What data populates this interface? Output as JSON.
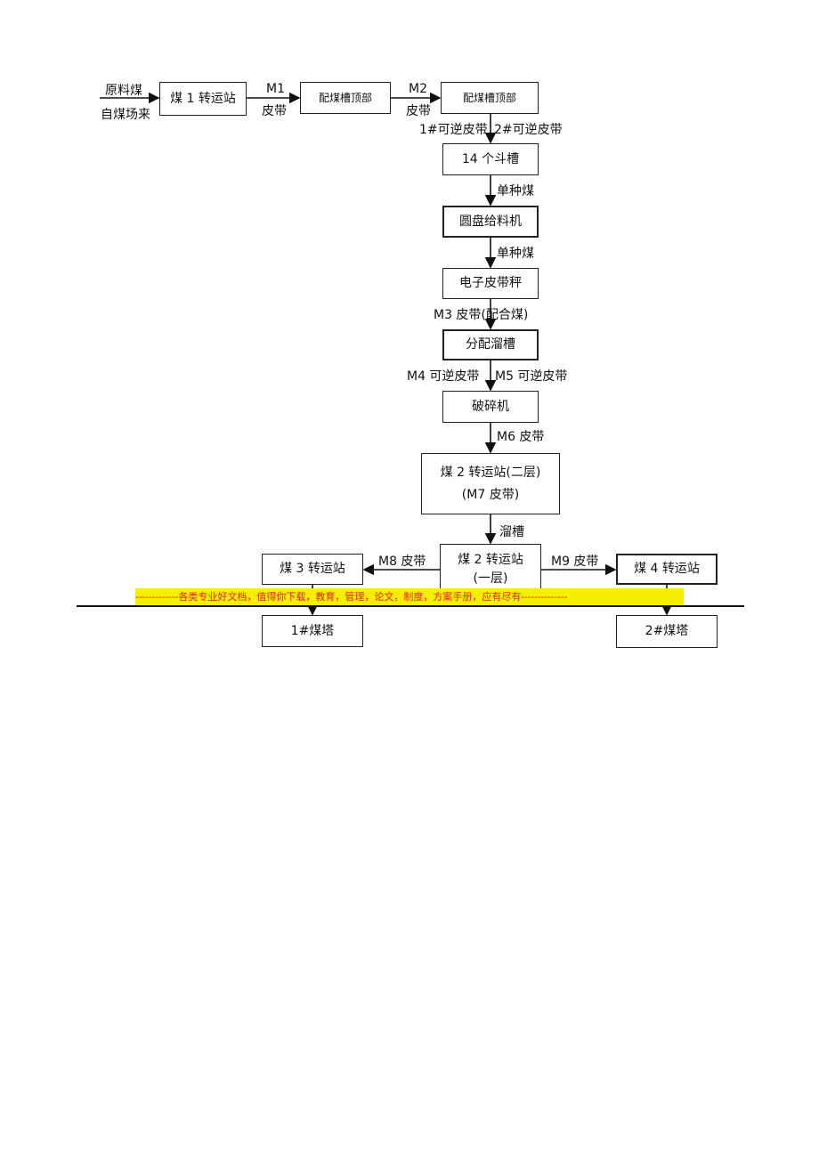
{
  "diagram": {
    "source": {
      "line1": "原料煤",
      "line2": "自煤场来"
    },
    "nodes": {
      "transfer1": "煤 1 转运站",
      "bin_top_1": "配煤槽顶部",
      "bin_top_2": "配煤槽顶部",
      "hoppers": "14 个斗槽",
      "disc_feeder": "圆盘给料机",
      "belt_scale": "电子皮带秤",
      "distribution_chute": "分配溜槽",
      "crusher": "破碎机",
      "transfer2_upper": {
        "line1": "煤 2 转运站(二层)",
        "line2": "(M7 皮带)"
      },
      "transfer2_lower": {
        "line1": "煤 2 转运站",
        "line2": "(一层)"
      },
      "transfer3": "煤 3 转运站",
      "transfer4": "煤 4 转运站",
      "tower1": "1#煤塔",
      "tower2": "2#煤塔"
    },
    "edges": {
      "m1": "M1",
      "m1_belt": "皮带",
      "m2": "M2",
      "m2_belt": "皮带",
      "reversible_1": "1#可逆皮带",
      "reversible_2": "2#可逆皮带",
      "single_coal_1": "单种煤",
      "single_coal_2": "单种煤",
      "m3": "M3 皮带(配合煤)",
      "m4": "M4 可逆皮带",
      "m5": "M5 可逆皮带",
      "m6": "M6 皮带",
      "chute": "溜槽",
      "m8": "M8 皮带",
      "m9": "M9 皮带"
    },
    "banner": "-------------各类专业好文档，值得你下载，教育，管理，论文，制度，方案手册，应有尽有--------------"
  }
}
